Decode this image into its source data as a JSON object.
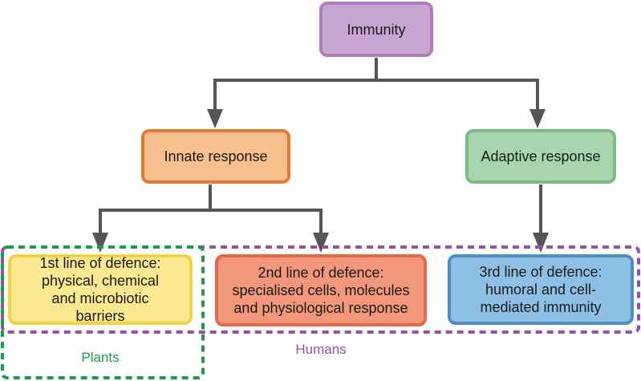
{
  "diagram": {
    "root": {
      "label": "Immunity",
      "color": "#c8a6d2",
      "border": "#b27bbd"
    },
    "branches": [
      {
        "label": "Innate response",
        "color": "#f8c08e",
        "border": "#e9782c"
      },
      {
        "label": "Adaptive response",
        "color": "#a8d5ae",
        "border": "#7bbd85"
      }
    ],
    "lines_of_defence": [
      {
        "label": "1st line of defence: physical, chemical and microbiotic barriers",
        "color": "#fbe893",
        "border": "#f3d343",
        "parent": "Innate response"
      },
      {
        "label": "2nd line of defence: specialised cells, molecules and physiological response",
        "color": "#f2977b",
        "border": "#e4684a",
        "parent": "Innate response"
      },
      {
        "label": "3rd line of defence: humoral and cell-mediated immunity",
        "color": "#8ec0e5",
        "border": "#4f8fbd",
        "parent": "Adaptive response"
      }
    ],
    "groups": [
      {
        "label": "Plants",
        "color": "#1b9a4c",
        "includes": [
          "1st line of defence"
        ]
      },
      {
        "label": "Humans",
        "color": "#9a4fa6",
        "includes": [
          "1st line of defence",
          "2nd line of defence",
          "3rd line of defence"
        ]
      }
    ],
    "connector_color": "#555555"
  }
}
